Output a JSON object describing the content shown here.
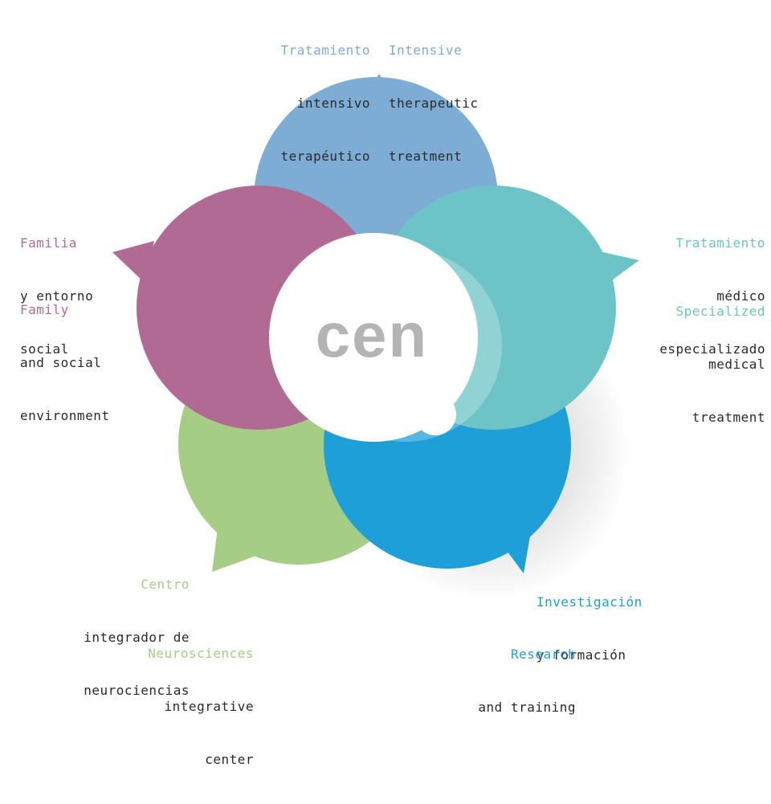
{
  "logo": {
    "text": "cen",
    "color": "#b4b4b4"
  },
  "colors": {
    "intensive": "#7dacd5",
    "specialized": "#6cc4c6",
    "research": "#1e9fd8",
    "neurosciences": "#a5cd86",
    "family": "#b16a94",
    "text": "#2a2a2a",
    "center": "#ffffff"
  },
  "labels": {
    "intensive_es": {
      "head": "Tratamiento",
      "lines": [
        "intensivo",
        "terapéutico"
      ]
    },
    "intensive_en": {
      "head": "Intensive",
      "lines": [
        "therapeutic",
        "treatment"
      ]
    },
    "specialized_es": {
      "head": "Tratamiento",
      "lines": [
        "médico",
        "especializado"
      ]
    },
    "specialized_en": {
      "head": "Specialized",
      "lines": [
        "medical",
        "treatment"
      ]
    },
    "family_es": {
      "head": "Familia",
      "lines": [
        "y entorno",
        "social"
      ]
    },
    "family_en": {
      "head": "Family",
      "lines": [
        "and social",
        "environment"
      ]
    },
    "neuro_es": {
      "head": "Centro",
      "lines": [
        "integrador de",
        "neurociencias"
      ]
    },
    "neuro_en": {
      "head": "Neurosciences",
      "lines": [
        "integrative",
        "center"
      ]
    },
    "research_es": {
      "head": "Investigación",
      "lines": [
        "y formación"
      ]
    },
    "research_en": {
      "head": "Research",
      "lines": [
        "and training"
      ]
    }
  }
}
